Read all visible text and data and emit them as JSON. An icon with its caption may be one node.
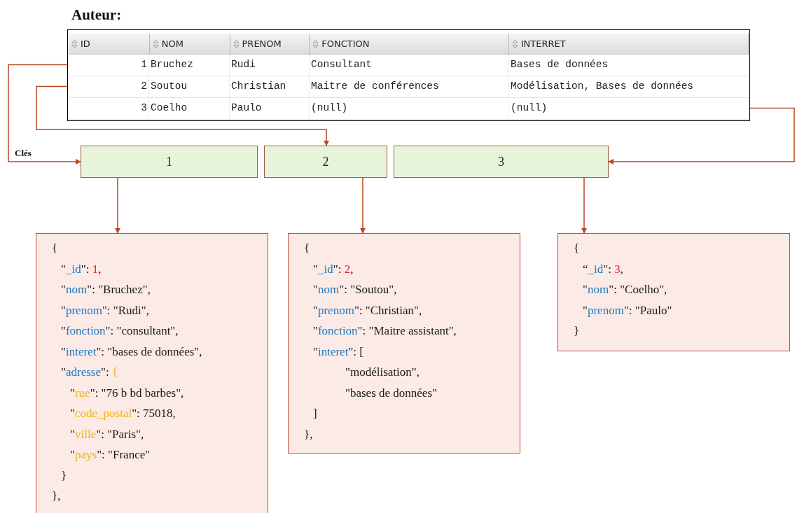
{
  "diagram": {
    "title": "Auteur:",
    "nodes": [
      {
        "text": [
          "ID",
          "NOM",
          "PRENOM",
          "FONCTION",
          "INTERRET"
        ]
      },
      {
        "text": [
          "1",
          "Bruchez",
          "Rudi",
          "Consultant",
          "Bases de données"
        ],
        "in": 0
      },
      {
        "text": [
          "2",
          "Soutou",
          "Christian",
          "Maitre de conférences",
          "Modélisation, Bases de données"
        ],
        "in": 0
      },
      {
        "text": [
          "3",
          "Coelho",
          "Paulo",
          "(null)",
          "(null)"
        ],
        "in": 0
      },
      {
        "text": [
          "1"
        ]
      },
      {
        "text": [
          "2"
        ]
      },
      {
        "text": [
          "3"
        ]
      },
      {
        "text": [
          "{",
          "\"_id\": 1,",
          "\"nom\": \"Bruchez\",",
          "\"prenom\": \"Rudi\",",
          "\"fonction\": \"consultant\",",
          "\"interet\": \"bases de données\",",
          "\"adresse\": {",
          "\"rue\": \"76 b bd barbes\",",
          "\"code_postal\": 75018,",
          "\"ville\": \"Paris\",",
          "\"pays\": \"France\"",
          "}",
          "},"
        ]
      },
      {
        "text": [
          "{",
          "\"_id\": 2,",
          "\"nom\": \"Soutou\",",
          "\"prenom\": \"Christian\",",
          "\"fonction\": \"Maitre assistant\",",
          "\"interet\": [",
          "\"modélisation\",",
          "\"bases de données\"",
          "]",
          "},"
        ]
      },
      {
        "text": [
          "{",
          "“_id\": 3,",
          "\"nom\": \"Coelho\",",
          "\"prenom\": \"Paulo\"",
          "}"
        ]
      }
    ],
    "edges": [
      {
        "from": 1,
        "to": 4,
        "arrow": "to"
      },
      {
        "from": 2,
        "to": 5,
        "arrow": "to"
      },
      {
        "from": 3,
        "to": 6,
        "arrow": "to"
      },
      {
        "from": 4,
        "to": 7,
        "arrow": "to"
      },
      {
        "from": 5,
        "to": 8,
        "arrow": "to"
      },
      {
        "from": 6,
        "to": 9,
        "arrow": "to"
      }
    ],
    "labels": [
      "Clés"
    ]
  }
}
